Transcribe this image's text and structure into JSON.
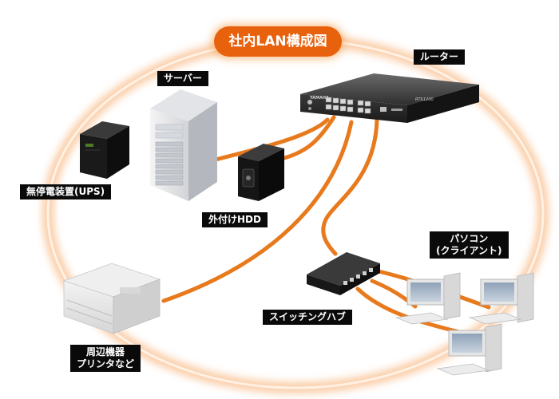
{
  "title": "社内LAN構成図",
  "devices": {
    "router": {
      "label": "ルーター",
      "brand": "YAMAHA",
      "model": "RTX1200"
    },
    "server": {
      "label": "サーバー"
    },
    "ups": {
      "label": "無停電装置(UPS)"
    },
    "hdd": {
      "label": "外付けHDD"
    },
    "switch": {
      "label": "スイッチングハブ"
    },
    "clients": {
      "label_line1": "パソコン",
      "label_line2": "(クライアント)"
    },
    "printer": {
      "label_line1": "周辺機器",
      "label_line2": "プリンタなど"
    }
  },
  "colors": {
    "accent": "#e8620e",
    "cable": "#e87a1e",
    "label_bg": "#0a0a0a",
    "label_text": "#ffffff"
  }
}
